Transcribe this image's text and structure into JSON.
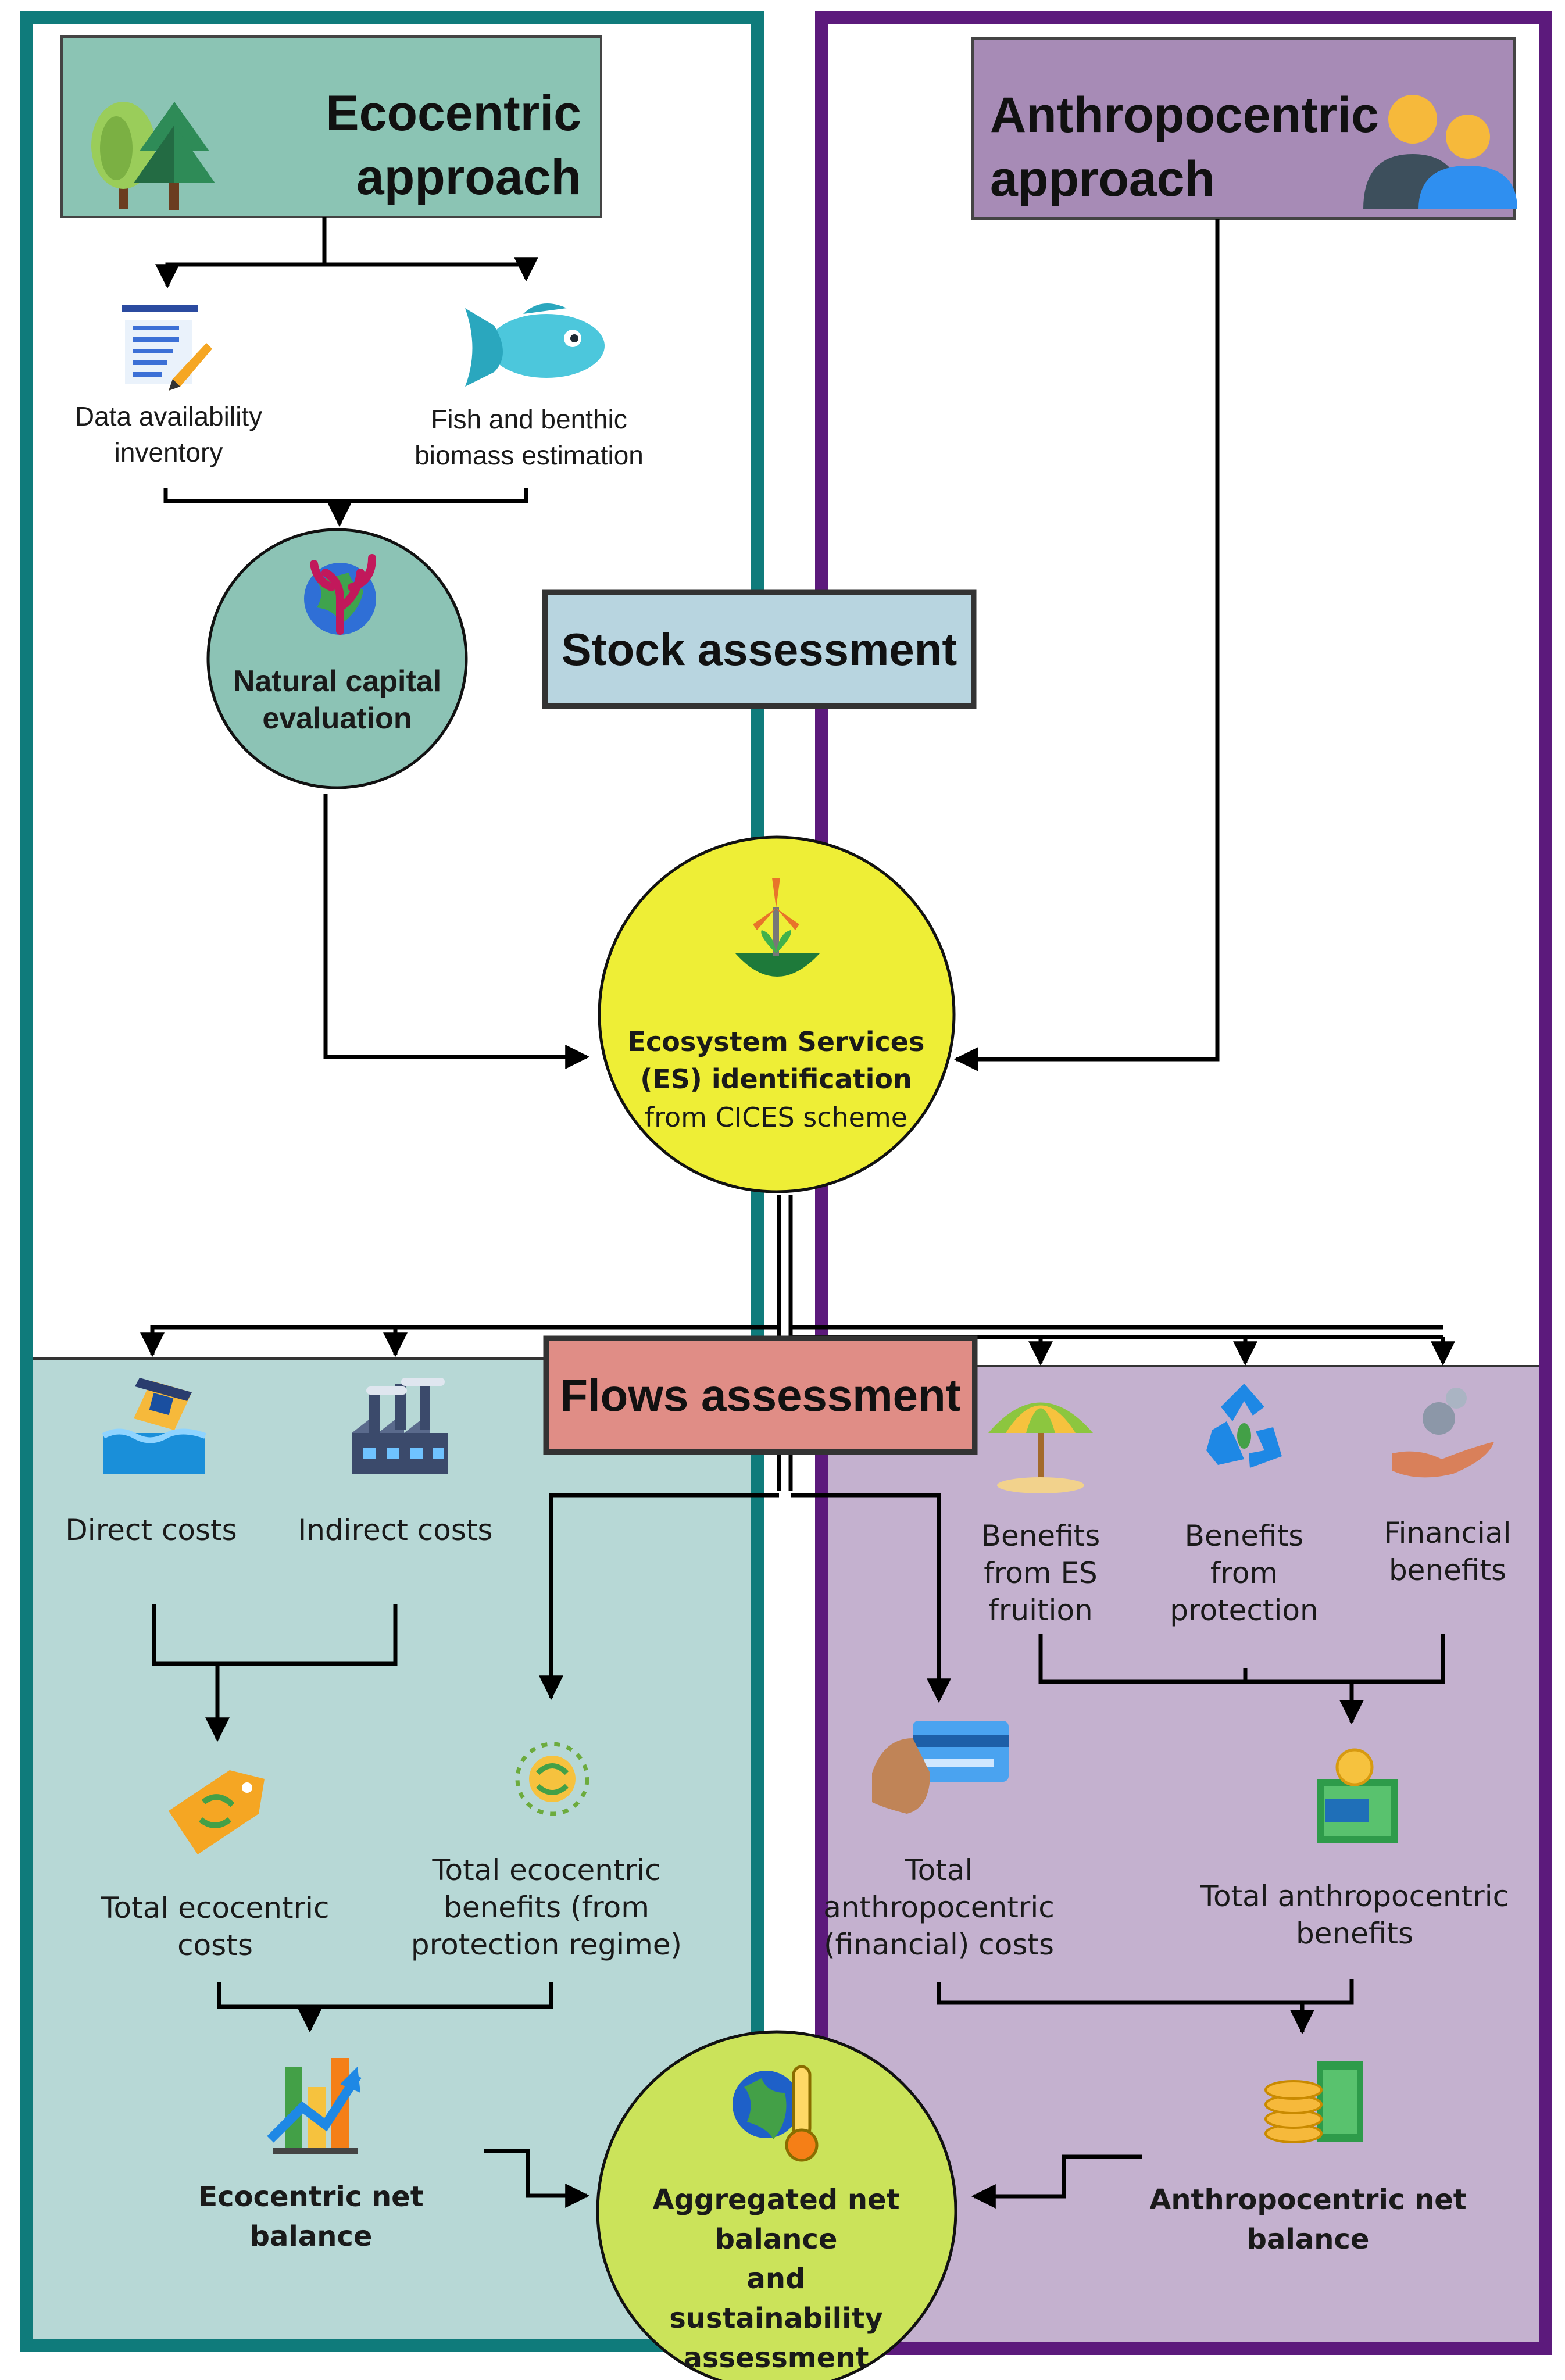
{
  "colors": {
    "eco_border": "#0f7b7b",
    "anthro_border": "#5c1a7c",
    "eco_title_fill": "#8bc4b4",
    "anthro_title_fill": "#a78bb6",
    "eco_flow_fill": "#b7d8d6",
    "anthro_flow_fill": "#c4b1cf",
    "stock_fill": "#b8d5e0",
    "flows_fill": "#e08d86",
    "es_circle": "#eeee36",
    "natcap_circle": "#8cc3b5",
    "aggregated_circle": "#cbe35a"
  },
  "eco": {
    "title": "Ecocentric\napproach",
    "data_inventory": "Data availability\ninventory",
    "fish_biomass": "Fish and benthic\nbiomass estimation",
    "natural_capital": "Natural capital\nevaluation",
    "direct_costs": "Direct costs",
    "indirect_costs": "Indirect costs",
    "total_costs": "Total ecocentric\ncosts",
    "total_benefits": "Total ecocentric\nbenefits (from\nprotection regime)",
    "net_balance": "Ecocentric net\nbalance"
  },
  "anthro": {
    "title": "Anthropocentric\napproach",
    "benefits_es": "Benefits\nfrom ES\nfruition",
    "benefits_protection": "Benefits\nfrom\nprotection",
    "financial_benefits": "Financial\nbenefits",
    "total_costs": "Total\nanthropocentric\n(financial) costs",
    "total_benefits": "Total anthropocentric\nbenefits",
    "net_balance": "Anthropocentric net\nbalance"
  },
  "center": {
    "stock": "Stock assessment",
    "flows": "Flows assessment",
    "es_bold": "Ecosystem Services\n(ES) identification",
    "es_sub": "from CICES scheme",
    "aggregated": "Aggregated net balance\nand\nsustainability\nassessment"
  },
  "icons": [
    "trees-icon",
    "people-icon",
    "document-edit-icon",
    "fish-icon",
    "coral-globe-icon",
    "wind-turbine-plant-icon",
    "dredging-icon",
    "factory-icon",
    "beach-umbrella-icon",
    "recycle-icon",
    "coin-hand-icon",
    "price-tag-icon",
    "gear-leaf-icon",
    "card-hand-icon",
    "money-cash-icon",
    "growth-chart-icon",
    "thermometer-globe-icon",
    "coin-stack-icon"
  ]
}
